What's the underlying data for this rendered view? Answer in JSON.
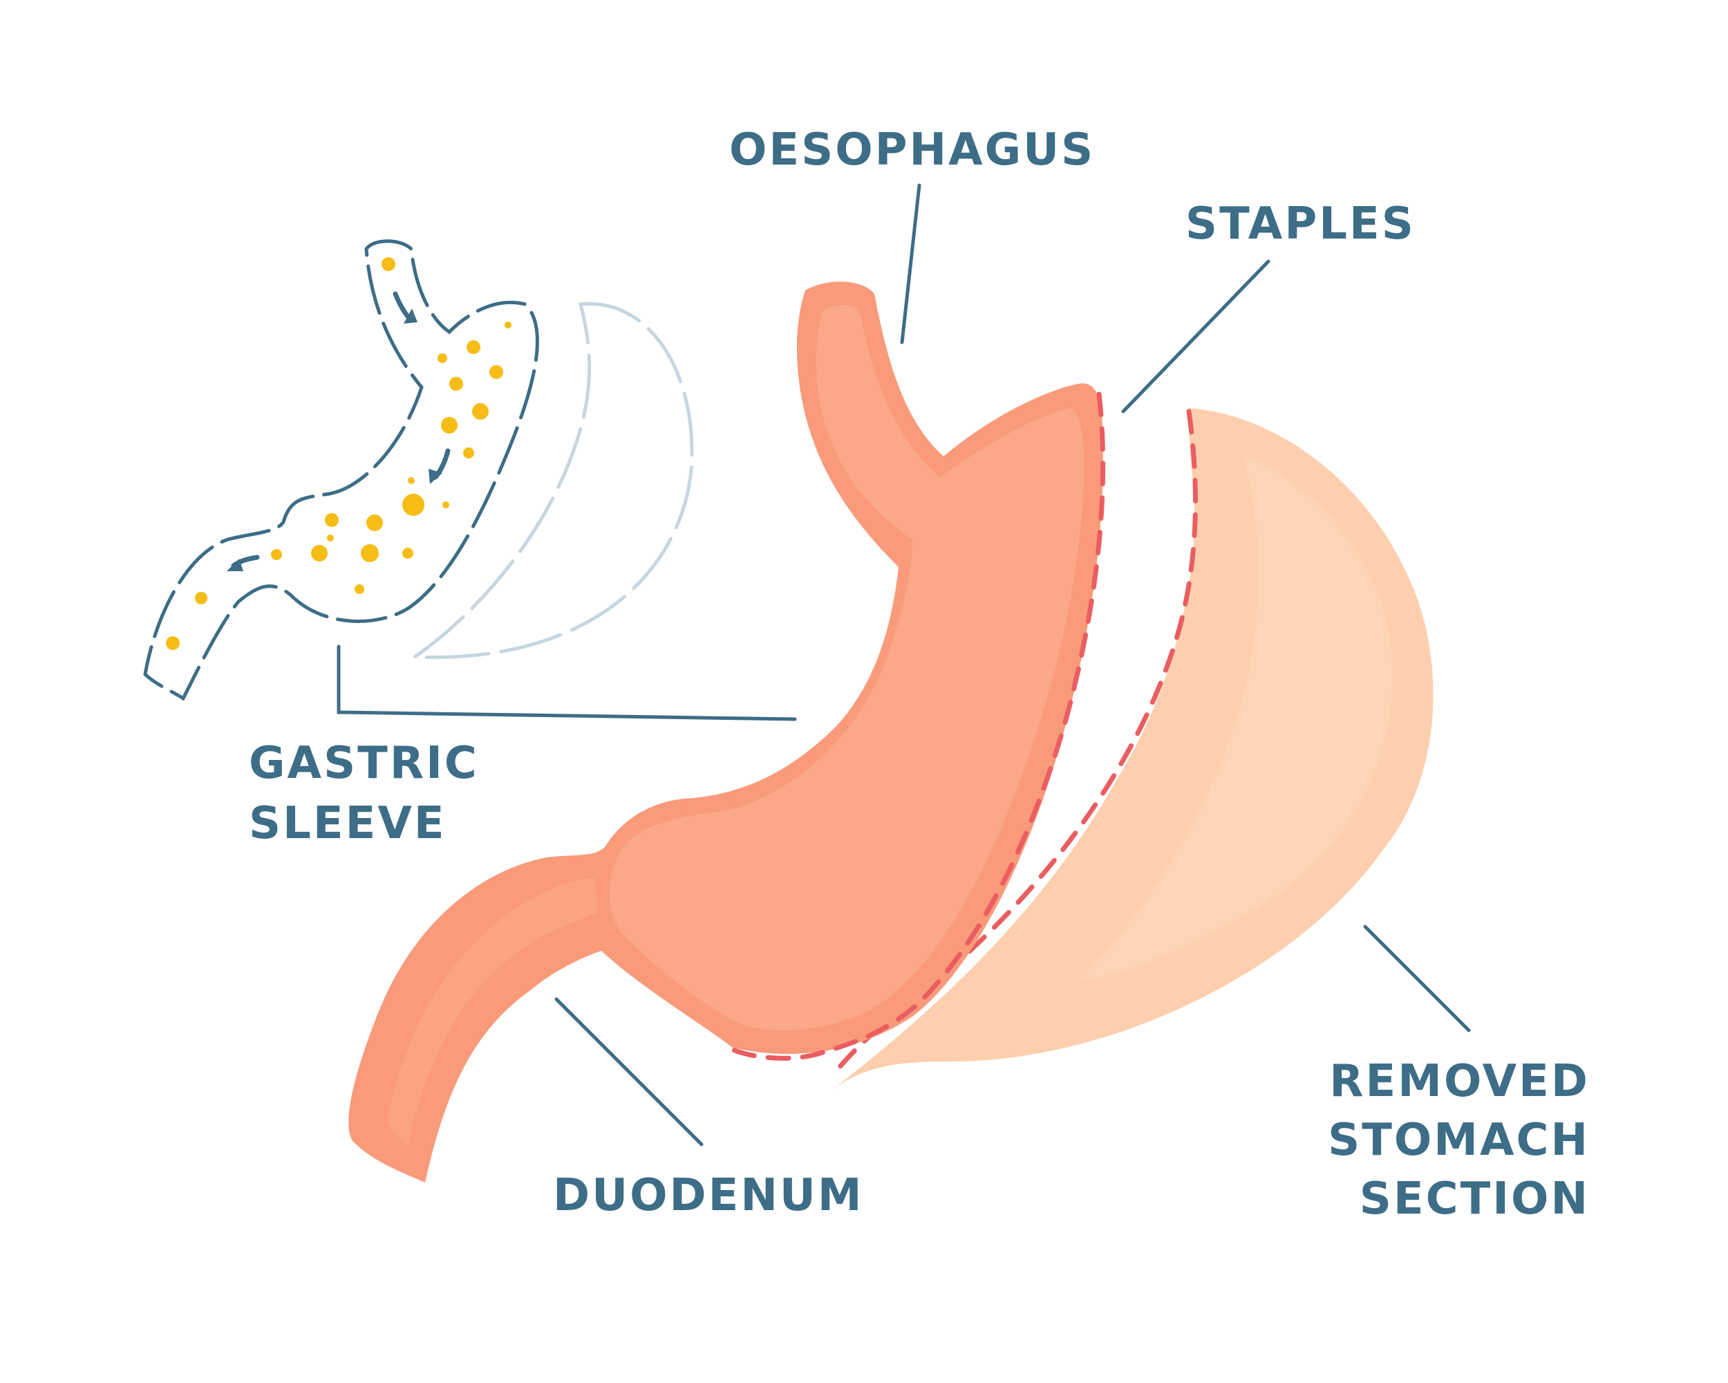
{
  "labels": {
    "oesophagus": "OESOPHAGUS",
    "staples": "STAPLES",
    "gastric_sleeve_line1": "GASTRIC",
    "gastric_sleeve_line2": "SLEEVE",
    "duodenum": "DUODENUM",
    "removed_line1": "REMOVED",
    "removed_line2": "STOMACH",
    "removed_line3": "SECTION"
  },
  "colors": {
    "label_text": "#3d6d87",
    "sleeve_fill": "#fba889",
    "sleeve_outer": "#f99a7a",
    "removed_fill": "#fdcfae",
    "staples": "#ea5d60",
    "food_dots": "#f6bd17",
    "ghost_outline": "#c6d6e0"
  },
  "icons": [
    "flow-arrow-icon"
  ]
}
